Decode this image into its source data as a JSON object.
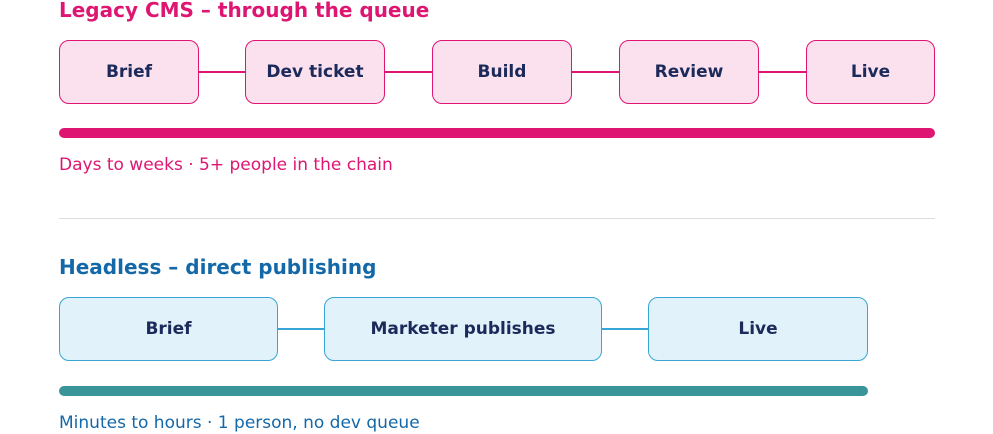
{
  "legacy": {
    "title": "Legacy CMS – through the queue",
    "steps": [
      "Brief",
      "Dev ticket",
      "Build",
      "Review",
      "Live"
    ],
    "caption": "Days to weeks · 5+ people in the chain"
  },
  "headless": {
    "title": "Headless – direct publishing",
    "steps": [
      "Brief",
      "Marketer publishes",
      "Live"
    ],
    "caption": "Minutes to hours · 1 person, no dev queue"
  },
  "colors": {
    "legacy_accent": "#de1672",
    "legacy_box_fill": "#fbe0ee",
    "headless_title": "#1468a8",
    "headless_box_fill": "#e1f2fa",
    "headless_box_border": "#37a6d6",
    "headless_bar": "#3a9599",
    "step_text": "#1b2a5a"
  }
}
